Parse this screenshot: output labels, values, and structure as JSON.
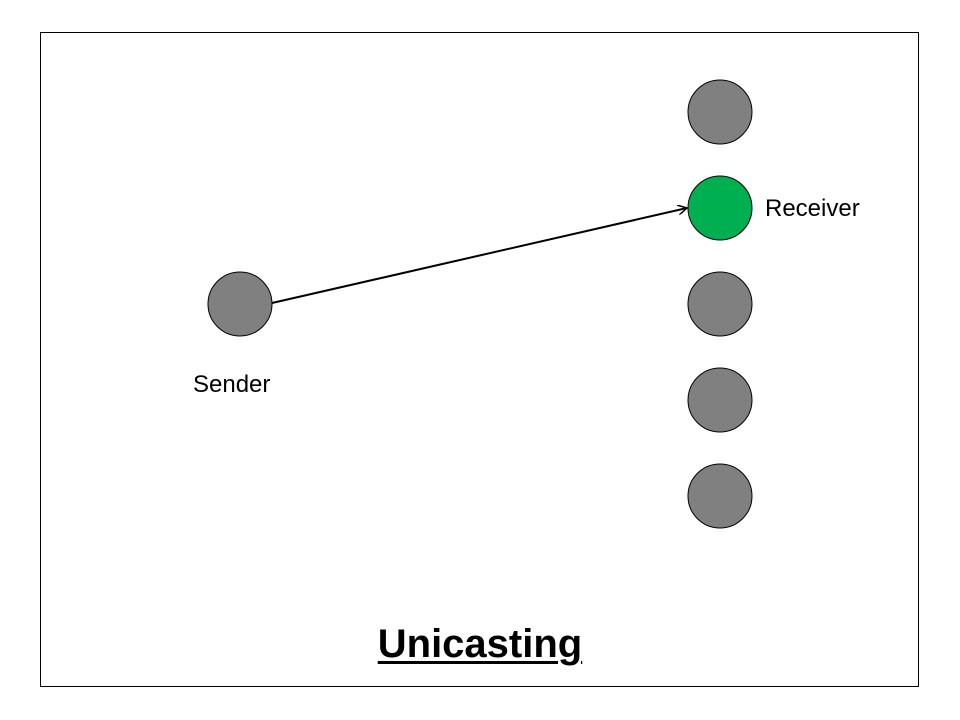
{
  "title": "Unicasting",
  "sender": {
    "label": "Sender",
    "color": "#808080"
  },
  "receiver_label": "Receiver",
  "colors": {
    "node_default": "#808080",
    "node_receiver": "#00b050",
    "stroke": "#000000"
  },
  "nodes": [
    {
      "id": "node-1",
      "role": "idle"
    },
    {
      "id": "node-2",
      "role": "receiver"
    },
    {
      "id": "node-3",
      "role": "idle"
    },
    {
      "id": "node-4",
      "role": "idle"
    },
    {
      "id": "node-5",
      "role": "idle"
    }
  ],
  "edges": [
    {
      "from": "sender",
      "to": "node-2",
      "directed": true
    }
  ]
}
